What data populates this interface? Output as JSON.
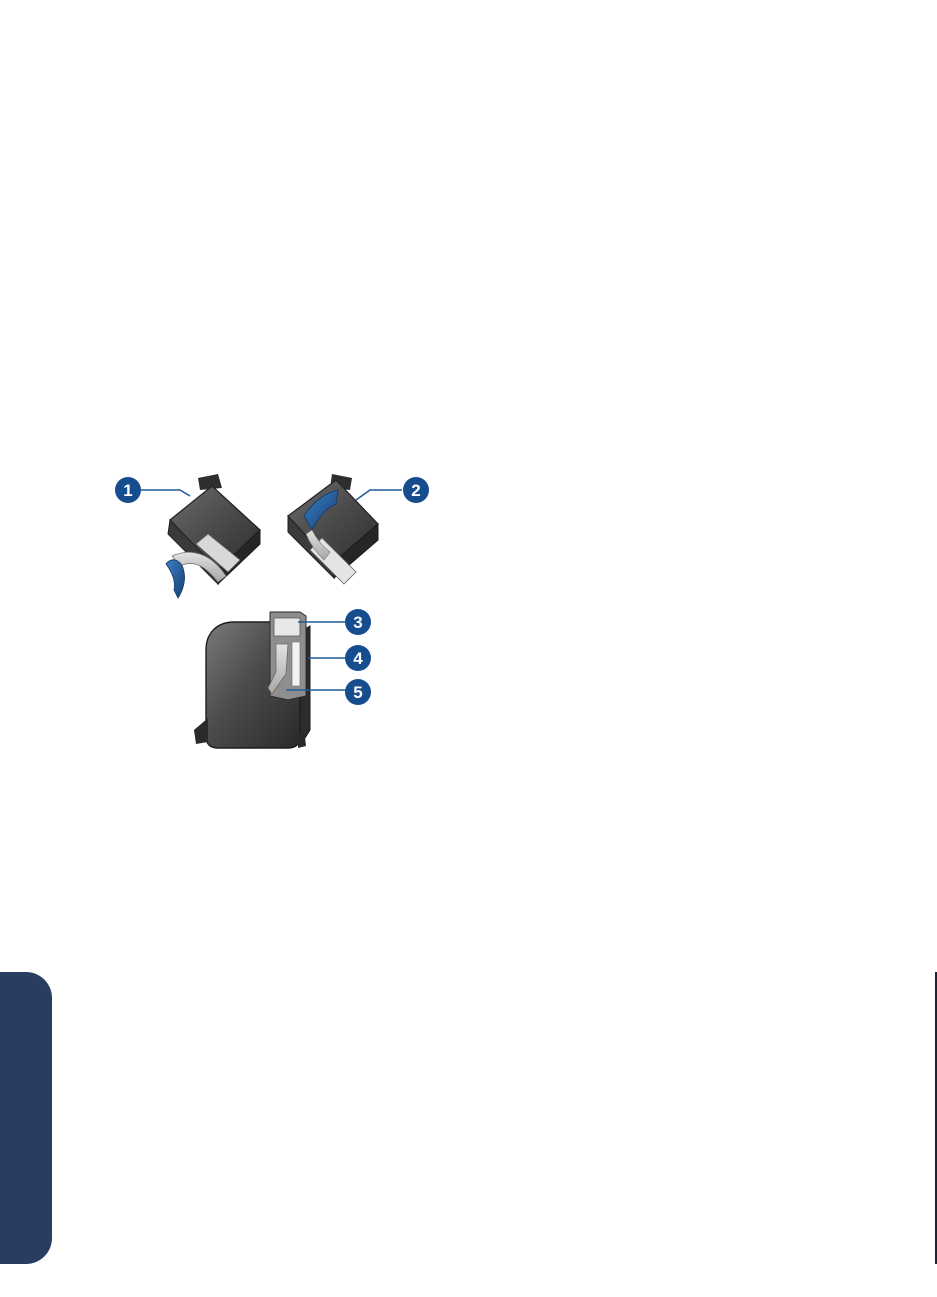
{
  "colors": {
    "accent_blue": "#1f5b9c",
    "callout_blue": "#164d8f",
    "side_tab": "#283d5f",
    "cartridge_dark": "#4a4a4a",
    "cartridge_light": "#9a9a9a",
    "tape": "#c9c9c9",
    "edge_rule": "#1a2233"
  },
  "figure": {
    "callouts": [
      {
        "id": 1,
        "label": "1"
      },
      {
        "id": 2,
        "label": "2"
      },
      {
        "id": 3,
        "label": "3"
      },
      {
        "id": 4,
        "label": "4"
      },
      {
        "id": 5,
        "label": "5"
      }
    ]
  }
}
